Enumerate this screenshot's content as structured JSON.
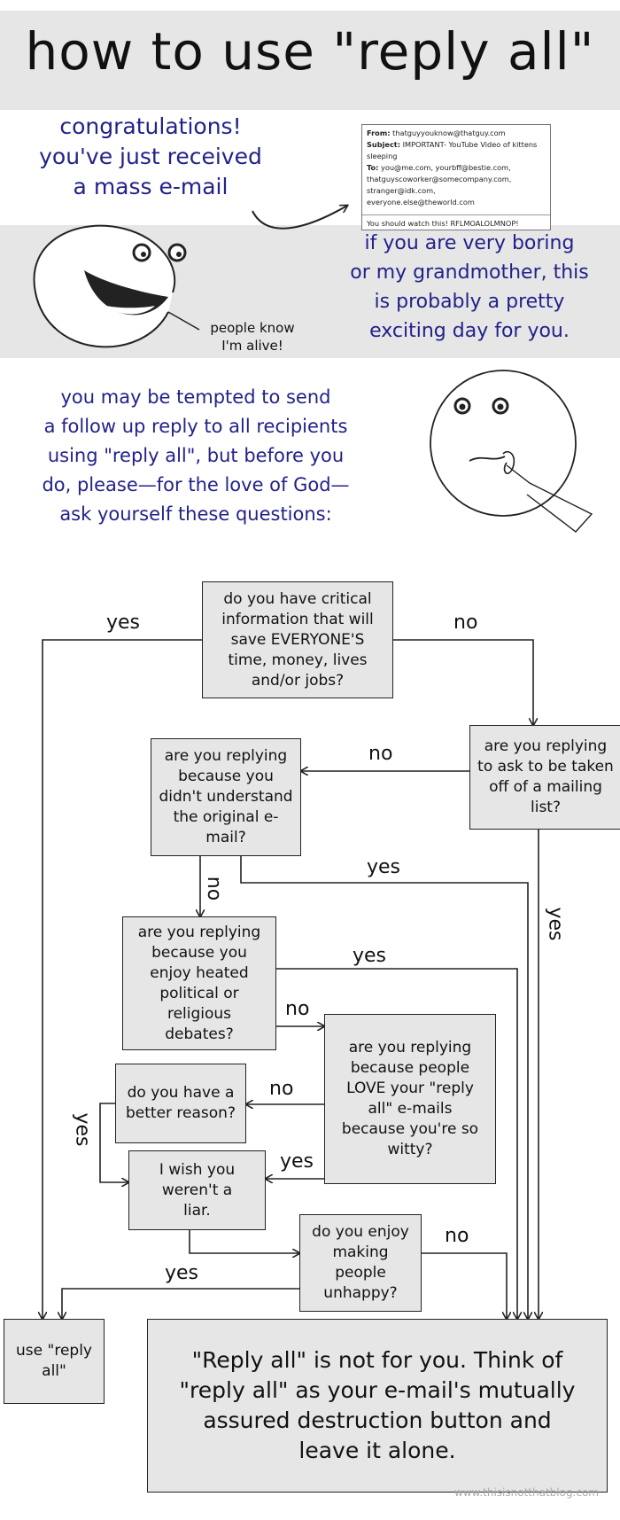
{
  "title": "how to use \"reply all\"",
  "intro": {
    "congrats_lines": [
      "congratulations!",
      "you've just received",
      "a mass e-mail"
    ],
    "email": {
      "from_label": "From:",
      "from": "thatguyyouknow@thatguy.com",
      "subject_label": "Subject:",
      "subject": "IMPORTANT- YouTube Video of kittens sleeping",
      "to_label": "To:",
      "to": "you@me.com, yourbff@bestie.com, thatguyscoworker@somecompany.com, stranger@idk.com, everyone.else@theworld.com",
      "body": "You should watch this! RFLMOALOLMNOP!"
    },
    "people_know_lines": [
      "people know",
      "I'm alive!"
    ],
    "boring_lines": [
      "if you are very boring",
      "or my grandmother, this",
      "is probably a pretty",
      "exciting day for you."
    ],
    "tempted_lines": [
      "you may be tempted to send",
      "a follow up reply to all recipients",
      "using \"reply all\", but before you",
      "do, please—for the love of God—",
      "ask yourself these questions:"
    ]
  },
  "flow": {
    "q_critical": "do you have critical information that will save EVERYONE'S time, money, lives and/or jobs?",
    "q_mailing": "are you replying to ask to be taken off of a mailing list?",
    "q_understand": "are you replying because you didn't understand the original e-mail?",
    "q_debates": "are you replying because you enjoy heated political or religious debates?",
    "q_love": "are you replying because people LOVE your \"reply all\" e-mails because you're so witty?",
    "q_better": "do you have a better reason?",
    "q_liar": "I wish you weren't a liar.",
    "q_unhappy": "do you enjoy making people unhappy?",
    "use": "use \"reply all\"",
    "not_for_you": "\"Reply all\" is not for you. Think of \"reply all\" as your e-mail's mutually assured destruction button and leave it alone.",
    "labels": {
      "yes": "yes",
      "no": "no"
    }
  },
  "watermark": "www.thisisnotthatblog.com"
}
